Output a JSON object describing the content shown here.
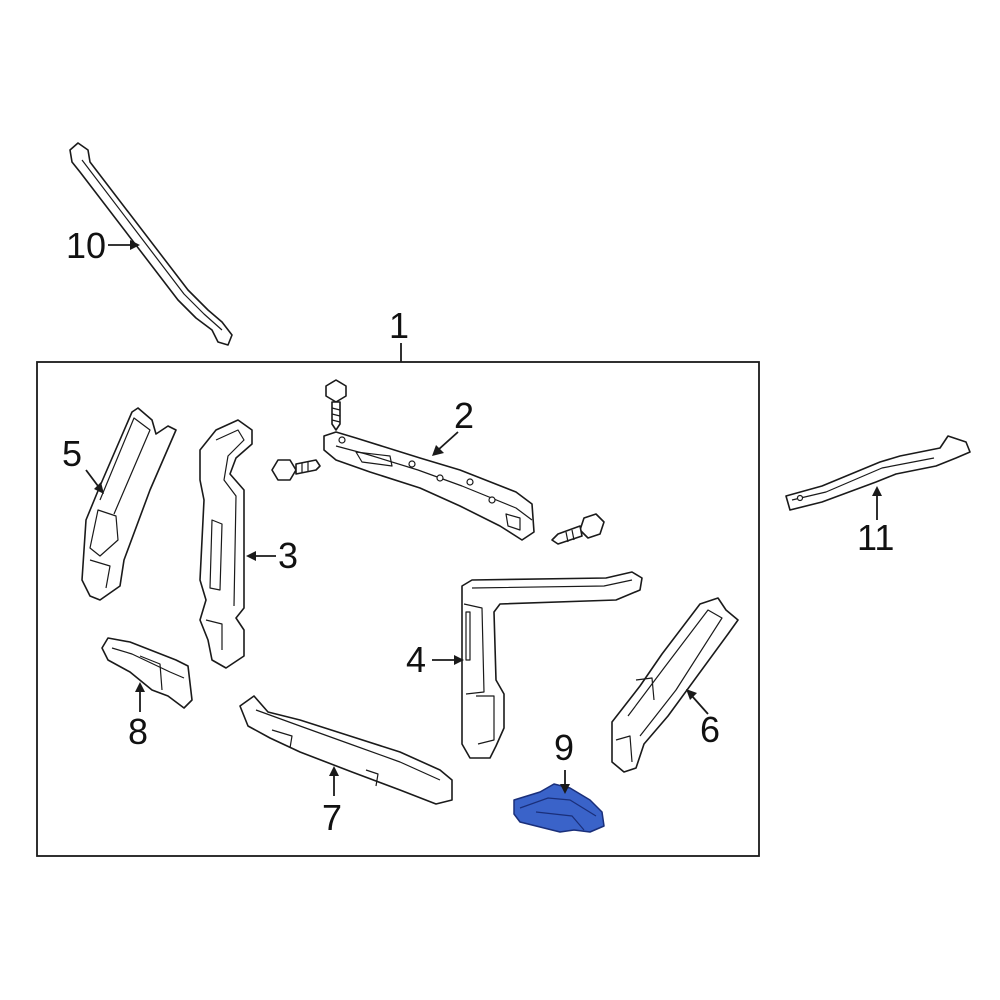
{
  "callouts": {
    "c1": "1",
    "c2": "2",
    "c3": "3",
    "c4": "4",
    "c5": "5",
    "c6": "6",
    "c7": "7",
    "c8": "8",
    "c9": "9",
    "c10": "10",
    "c11": "11"
  },
  "colors": {
    "highlight_fill": "#3a63c9",
    "line": "#1a1a1a",
    "background": "#ffffff"
  },
  "highlighted_part": "9"
}
